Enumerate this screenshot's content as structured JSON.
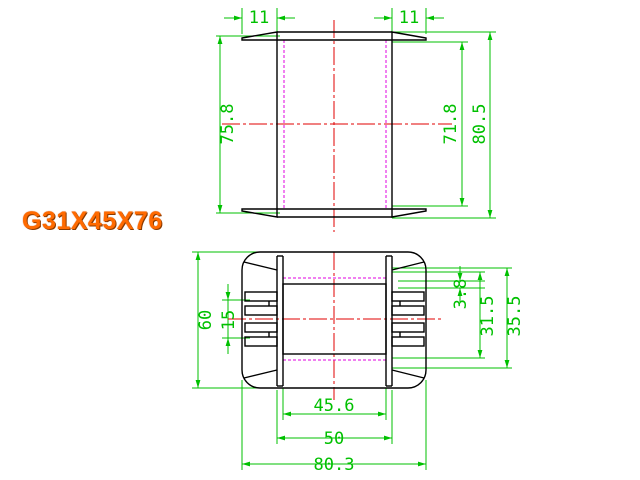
{
  "part_name": "G31X45X76",
  "colors": {
    "outline": "#000000",
    "dimension": "#00c000",
    "centerline": "#e00000",
    "hidden_line": "#e000e0",
    "title": "#ff6a00"
  },
  "top_view": {
    "dimensions": {
      "flange_width_left": "11",
      "flange_width_right": "11",
      "overall_height": "75.8",
      "inner_height": "71.8",
      "outer_height": "80.5"
    }
  },
  "bottom_view": {
    "dimensions": {
      "overall_height": "60",
      "slot_height": "15",
      "pin_spacing": "3.8",
      "core_height": "31.5",
      "core_outer_height": "35.5",
      "core_width": "45.6",
      "window_width": "50",
      "overall_width": "80.3"
    }
  }
}
